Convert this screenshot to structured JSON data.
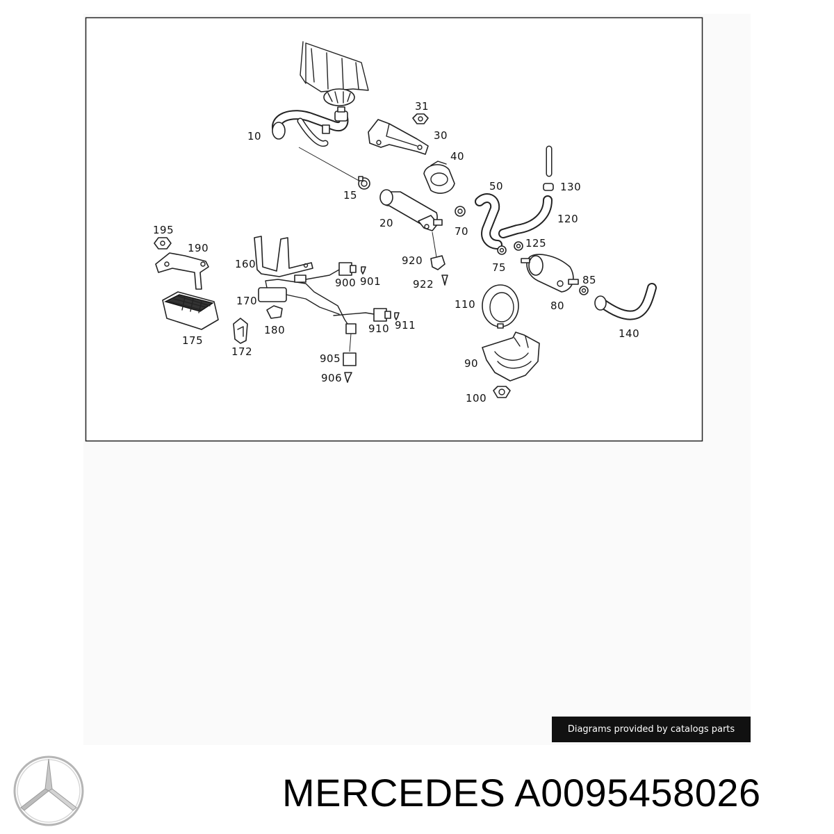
{
  "diagram": {
    "callouts": {
      "c10": "10",
      "c15": "15",
      "c20": "20",
      "c30": "30",
      "c31": "31",
      "c40": "40",
      "c50": "50",
      "c70": "70",
      "c75": "75",
      "c80": "80",
      "c85": "85",
      "c90": "90",
      "c100": "100",
      "c110": "110",
      "c120": "120",
      "c125": "125",
      "c130": "130",
      "c140": "140",
      "c160": "160",
      "c170": "170",
      "c172": "172",
      "c175": "175",
      "c180": "180",
      "c190": "190",
      "c195": "195",
      "c900": "900",
      "c901": "901",
      "c905": "905",
      "c906": "906",
      "c910": "910",
      "c911": "911",
      "c920": "920",
      "c922": "922"
    }
  },
  "watermark_banner": "Diagrams provided by catalogs parts",
  "brand": "MERCEDES",
  "part_number": "A0095458026",
  "product_title": "MERCEDES A0095458026",
  "logo_icon": "mercedes-star-icon"
}
